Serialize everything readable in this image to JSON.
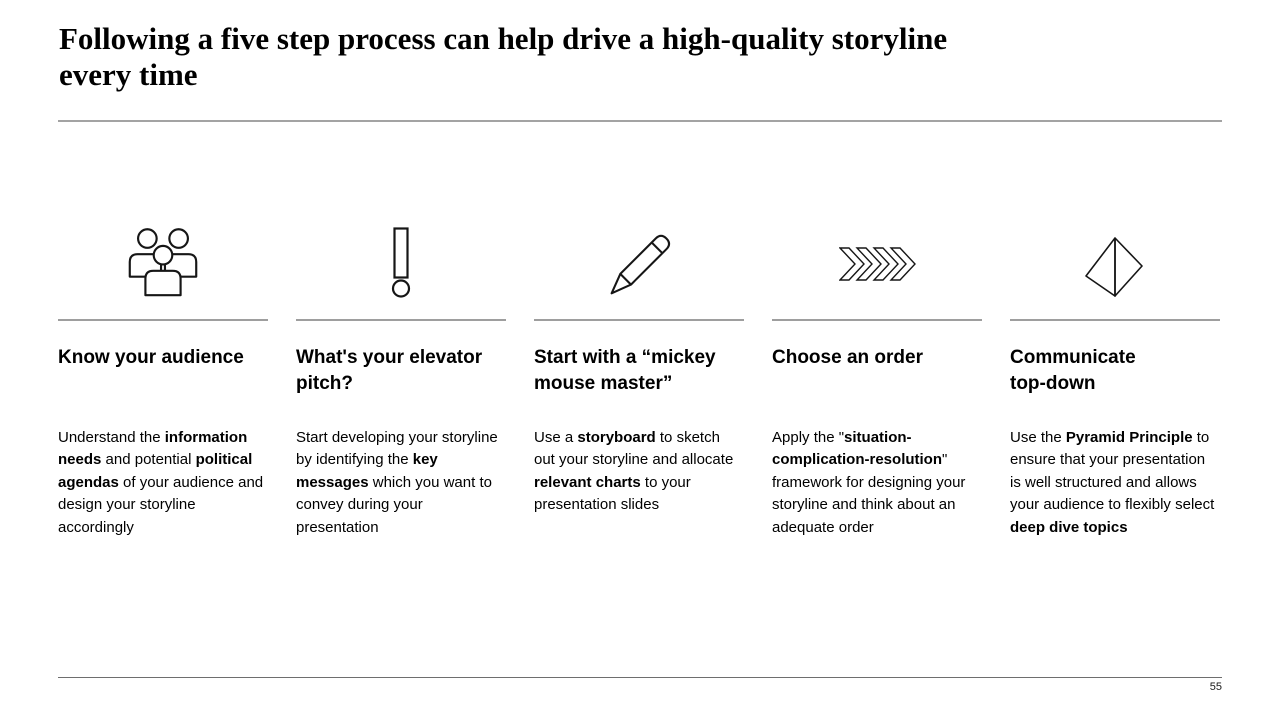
{
  "title_lines": [
    "Following a five step process can help drive a high-quality storyline",
    "every time"
  ],
  "footer": {
    "page_number": "55"
  },
  "steps": [
    {
      "icon": "people-group",
      "heading_lines": [
        "Know your audience"
      ],
      "body": [
        {
          "t": "Understand the "
        },
        {
          "t": "information needs",
          "b": true
        },
        {
          "t": " and potential "
        },
        {
          "t": "political agendas",
          "b": true
        },
        {
          "t": " of your audience and design your storyline accordingly"
        }
      ]
    },
    {
      "icon": "exclamation-mark",
      "heading_lines": [
        "What's your elevator",
        "pitch?"
      ],
      "body": [
        {
          "t": "Start developing your storyline by identifying the "
        },
        {
          "t": "key messages",
          "b": true
        },
        {
          "t": " which you want to convey during your presentation"
        }
      ]
    },
    {
      "icon": "pencil",
      "heading_lines": [
        "Start with a “mickey",
        "mouse master”"
      ],
      "body": [
        {
          "t": "Use a "
        },
        {
          "t": "storyboard",
          "b": true
        },
        {
          "t": " to sketch out your storyline and allocate "
        },
        {
          "t": "relevant charts",
          "b": true
        },
        {
          "t": " to your presentation slides"
        }
      ]
    },
    {
      "icon": "chevrons-right",
      "heading_lines": [
        "Choose an order"
      ],
      "body": [
        {
          "t": "Apply the \""
        },
        {
          "t": "situation-complication-resolution",
          "b": true
        },
        {
          "t": "\" framework for designing your storyline and think about an adequate order"
        }
      ]
    },
    {
      "icon": "pyramid",
      "heading_lines": [
        "Communicate",
        "top-down"
      ],
      "body": [
        {
          "t": "Use the "
        },
        {
          "t": "Pyramid Principle",
          "b": true
        },
        {
          "t": " to ensure that your presentation is well structured and allows your audience to flexibly select "
        },
        {
          "t": "deep dive topics",
          "b": true
        }
      ]
    }
  ],
  "colors": {
    "text": "#000000",
    "rule_light": "#9e9e9e",
    "rule_dark": "#6e6e6e",
    "icon_stroke": "#161616"
  }
}
